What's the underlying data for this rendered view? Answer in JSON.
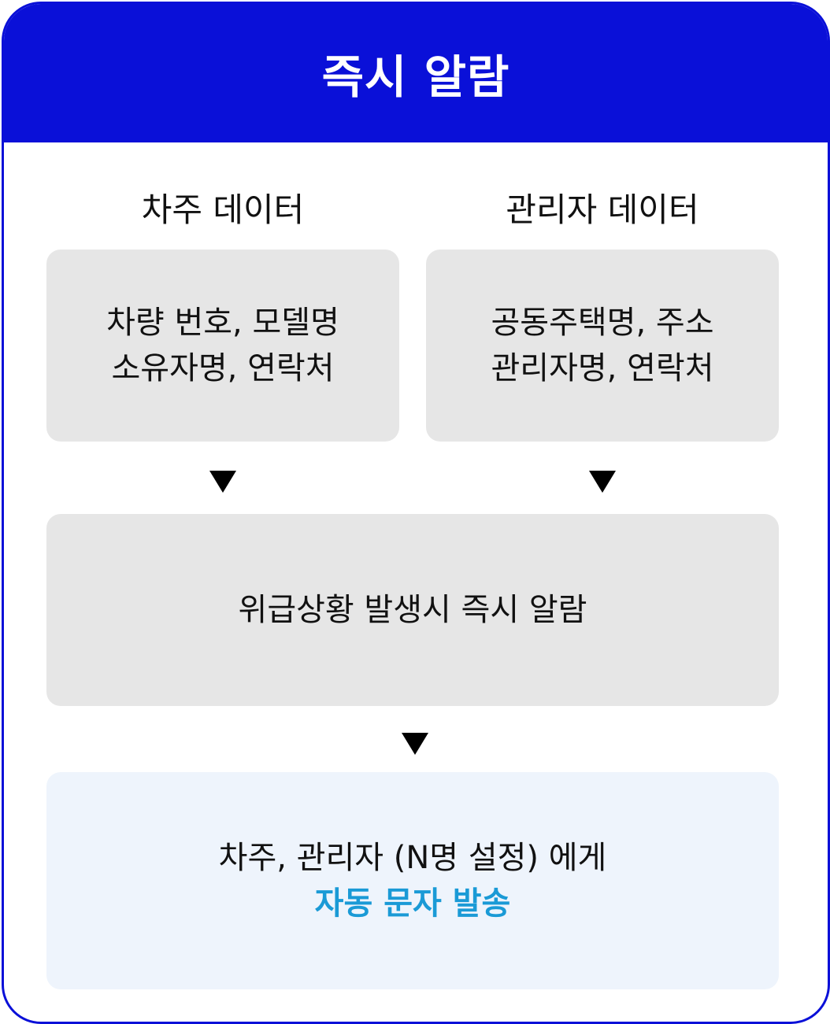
{
  "header": {
    "title": "즉시 알람",
    "color": "#0a10d8"
  },
  "columns": {
    "left_label": "차주 데이터",
    "right_label": "관리자 데이터"
  },
  "left_box": {
    "line1": "차량 번호, 모델명",
    "line2": "소유자명, 연락처"
  },
  "right_box": {
    "line1": "공동주택명, 주소",
    "line2": "관리자명, 연락처"
  },
  "middle_box": {
    "text": "위급상황 발생시 즉시 알람"
  },
  "bottom_box": {
    "line1": "차주, 관리자 (N명 설정) 에게",
    "line2": "자동 문자 발송",
    "highlight_color": "#1a9ad6"
  },
  "icons": {
    "arrow": "down-triangle-icon"
  }
}
